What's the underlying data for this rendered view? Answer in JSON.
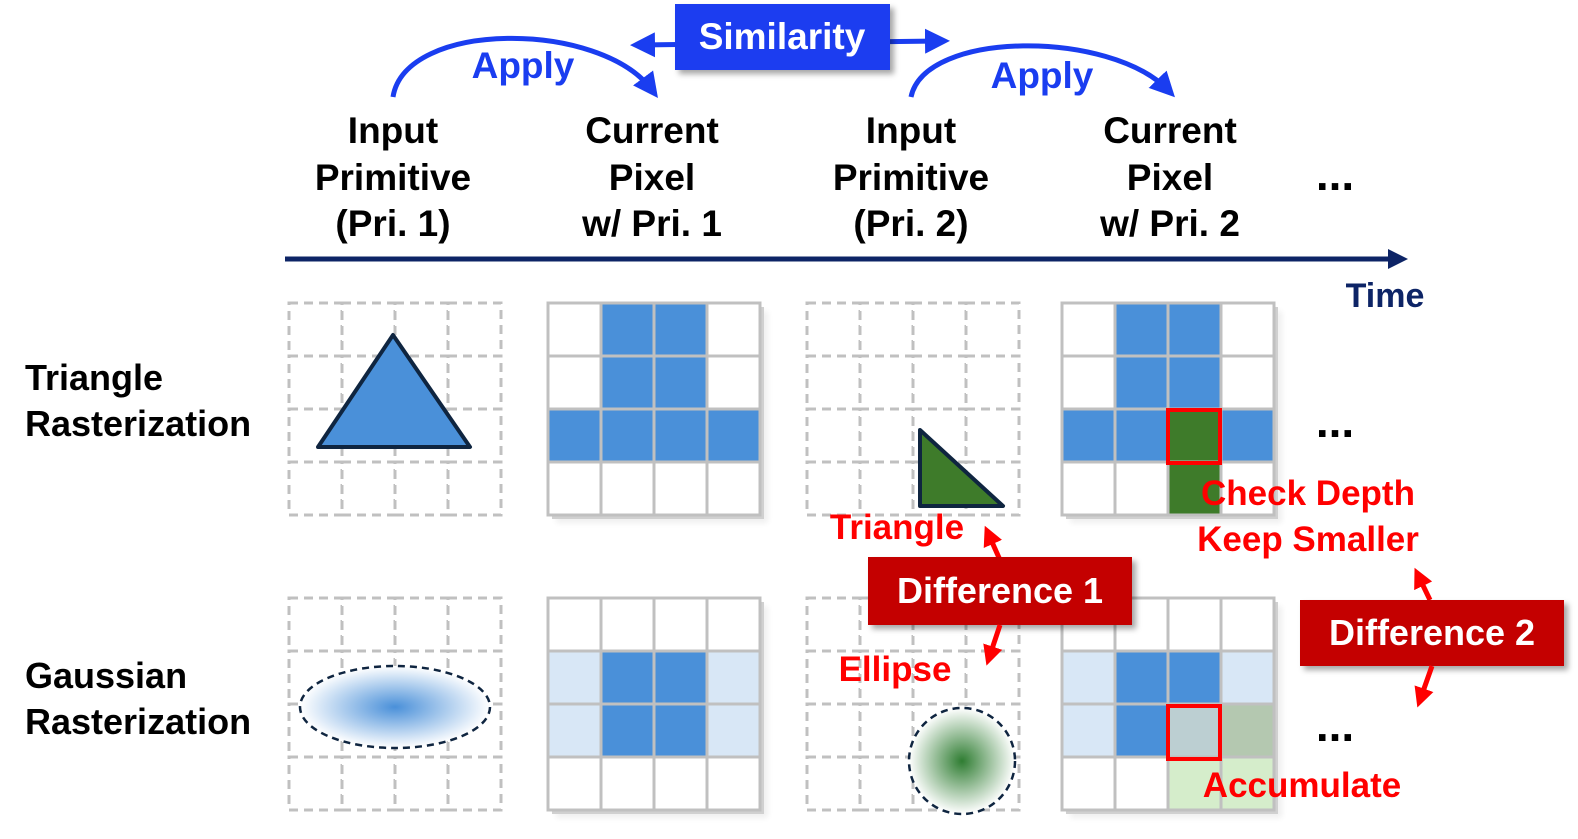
{
  "similarity_label": "Similarity",
  "apply_label_1": "Apply",
  "apply_label_2": "Apply",
  "timeline": {
    "columns": [
      {
        "lines": [
          "Input",
          "Primitive",
          "(Pri. 1)"
        ]
      },
      {
        "lines": [
          "Current",
          "Pixel",
          "w/ Pri. 1"
        ]
      },
      {
        "lines": [
          "Input",
          "Primitive",
          "(Pri. 2)"
        ]
      },
      {
        "lines": [
          "Current",
          "Pixel",
          "w/ Pri. 2"
        ]
      }
    ],
    "ellipsis": "...",
    "axis_label": "Time"
  },
  "rows": [
    {
      "lines": [
        "Triangle",
        "Rasterization"
      ]
    },
    {
      "lines": [
        "Gaussian",
        "Rasterization"
      ]
    }
  ],
  "row_ellipsis": "...",
  "difference_1": {
    "label": "Difference 1",
    "top": "Triangle",
    "bottom": "Ellipse"
  },
  "difference_2": {
    "label": "Difference 2",
    "top_lines": [
      "Check Depth",
      "Keep Smaller"
    ],
    "bottom": "Accumulate"
  },
  "colors": {
    "blue_label": "#1a3df0",
    "axis": "#0d2466",
    "pixel_blue": "#4a90d9",
    "pixel_light_blue": "#d8e7f6",
    "pixel_green": "#3e7b2a",
    "pixel_grey_green": "#b4c8b0",
    "pixel_light_green": "#d5edcb",
    "pixel_teal_grey": "#bccfd2",
    "red_box": "#c40000",
    "red_text": "#ff0000",
    "grid_line": "#c0c0c0"
  }
}
